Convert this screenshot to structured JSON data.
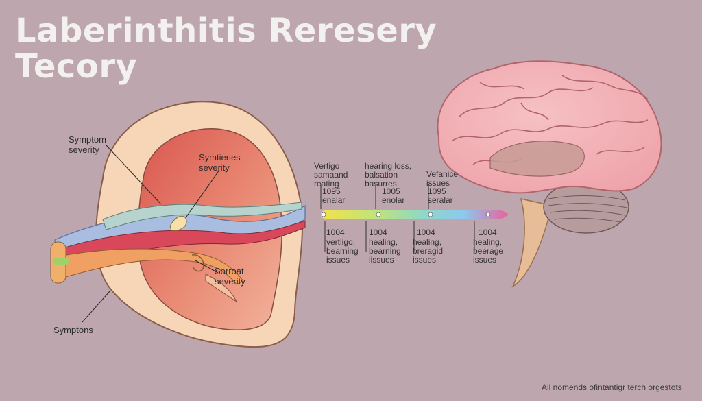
{
  "title": {
    "line1": "Laberinthitis Reresery",
    "line2": "Tecory"
  },
  "ear_labels": {
    "symptom_severity": "Symptom\nseverity",
    "symtieries_severity": "Symtieries\nseverity",
    "sorroat_severity": "Sorroat\nseverity",
    "symptons": "Symptons"
  },
  "timeline": {
    "colors": [
      "#f4e04b",
      "#bfe47a",
      "#8fd8c6",
      "#8cc8ee",
      "#e06aa2"
    ],
    "top_labels": [
      {
        "stage": "Vertigo\nsamaand\nreating",
        "value": "1095\nenalar"
      },
      {
        "stage": "hearing loss,\nbalsation\nbasurres",
        "value": "1005\nenolar"
      },
      {
        "stage": "Vefanice\nissues",
        "value": "1095\nseralar"
      }
    ],
    "bottom_labels": [
      {
        "value": "1004",
        "desc": "vertligo,\nbearning\nissues"
      },
      {
        "value": "1004",
        "desc": "healing,\nbearning\nlissues"
      },
      {
        "value": "1004",
        "desc": "healing,\nbreragid\nissues"
      },
      {
        "value": "1004",
        "desc": "healing,\nbeerage\nissues"
      }
    ]
  },
  "footer": "All nomends ofintantigr terch orgestots"
}
